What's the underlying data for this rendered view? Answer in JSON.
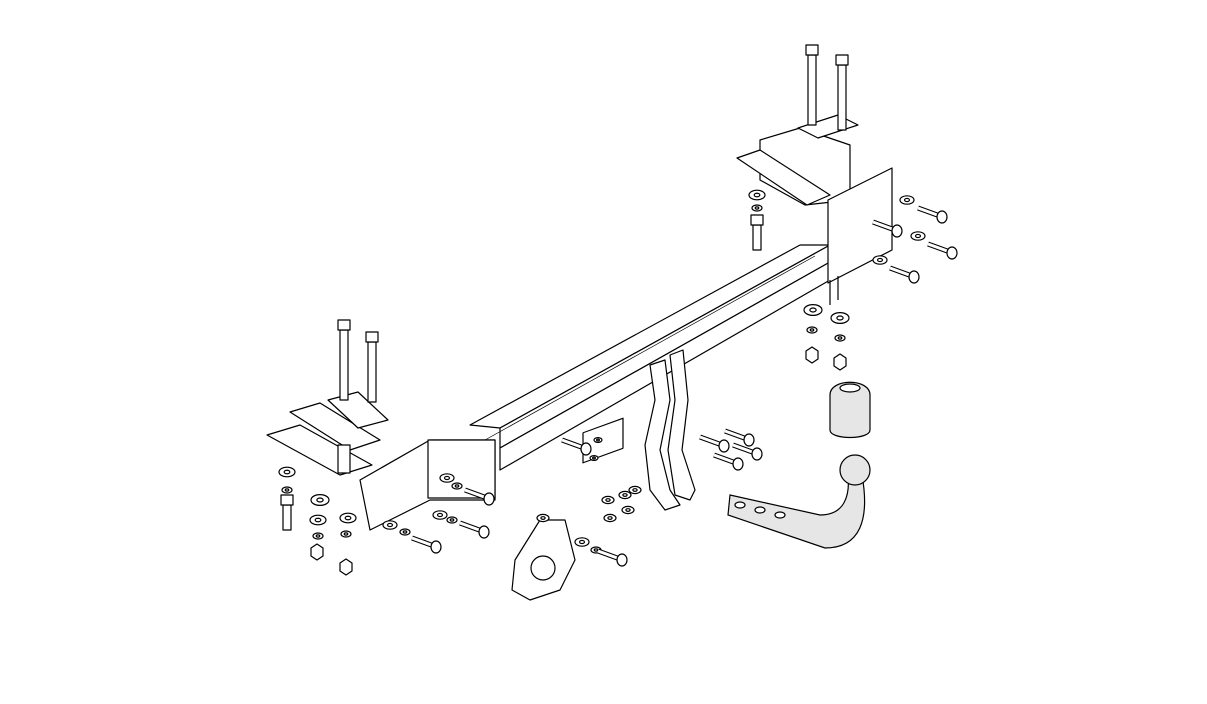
{
  "diagram": {
    "background": "#ffffff",
    "stroke_color": "#000000",
    "components": [
      "crossbeam",
      "left-mount-bracket",
      "right-mount-bracket",
      "tow-ball",
      "ball-cover",
      "neck-bracket",
      "socket-plate",
      "fastener-set"
    ]
  }
}
